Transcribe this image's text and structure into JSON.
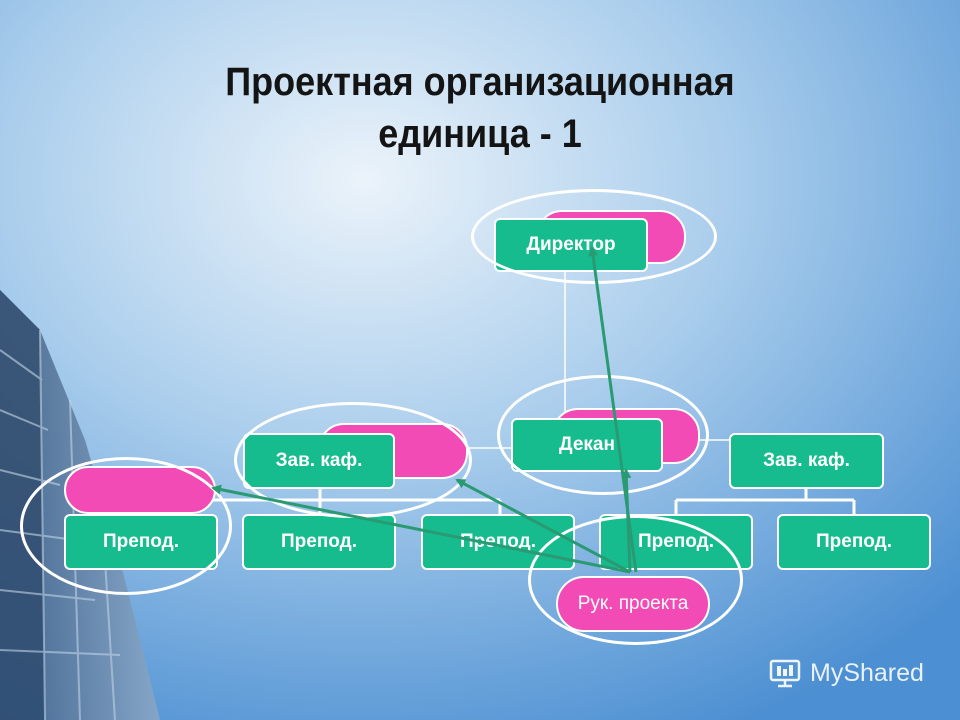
{
  "title": {
    "line1": "Проектная организационная",
    "line2": "единица - 1"
  },
  "nodes": {
    "director": "Директор",
    "dean": "Декан",
    "head_left": "Зав. каф.",
    "head_right": "Зав. каф.",
    "teacher_1": "Препод.",
    "teacher_2": "Препод.",
    "teacher_3": "Препод.",
    "teacher_4": "Препод.",
    "teacher_5": "Препод.",
    "project_lead": "Рук. проекта"
  },
  "watermark": {
    "text": "MyShared"
  },
  "colors": {
    "node_green": "#16bc8e",
    "node_pink": "#f24bb5",
    "arrow_green": "#2a9a72",
    "outline_white": "#ffffff"
  }
}
